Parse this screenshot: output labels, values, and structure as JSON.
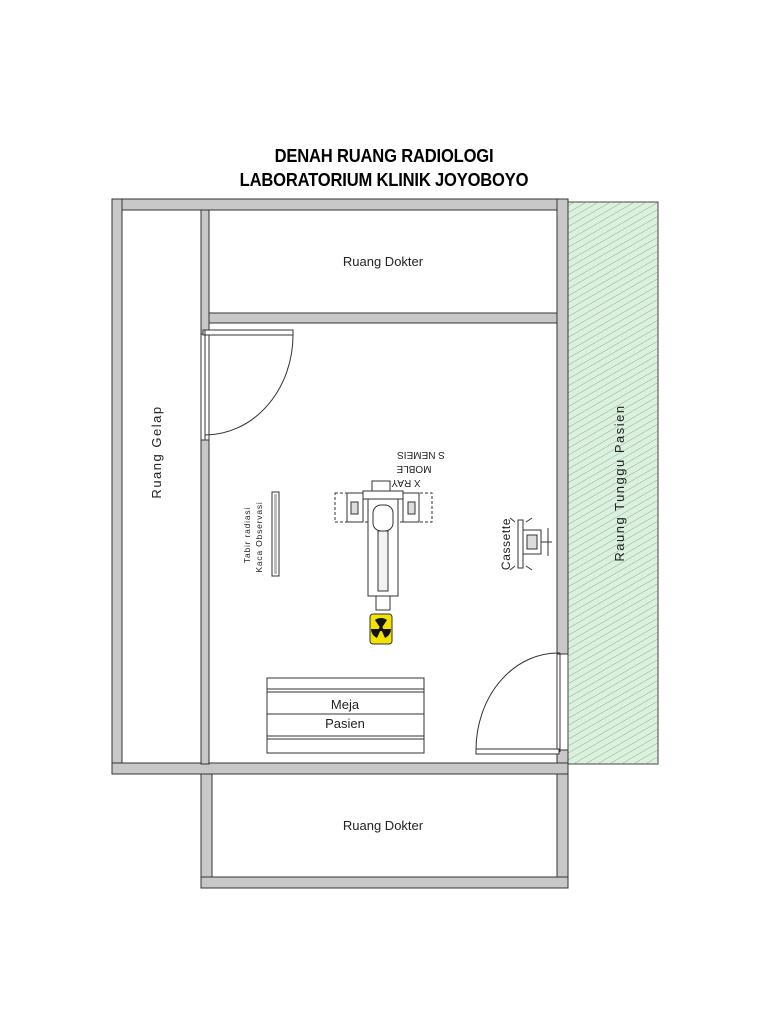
{
  "title": {
    "line1": "DENAH RUANG RADIOLOGI",
    "line2": "LABORATORIUM KLINIK JOYOBOYO"
  },
  "rooms": {
    "top_office": "Ruang Dokter",
    "bottom_office": "Ruang Dokter",
    "dark_room": "Ruang Gelap",
    "waiting_room": "Raung Tunggu Pasien"
  },
  "equipment": {
    "xray_line1": "X RAY",
    "xray_line2": "MOBLE",
    "xray_line3": "S NEMEIS",
    "shield_line1": "Tabir radiasi",
    "shield_line2": "Kaca Observasi",
    "cassette": "Cassette",
    "patient_table_line1": "Meja",
    "patient_table_line2": "Pasien"
  },
  "colors": {
    "wall_fill": "#c8c8c8",
    "wall_stroke": "#333333",
    "waiting_room_fill": "#ddf0e0",
    "waiting_room_hatch": "#5fa873",
    "radiation_sign": "#f2e200"
  }
}
